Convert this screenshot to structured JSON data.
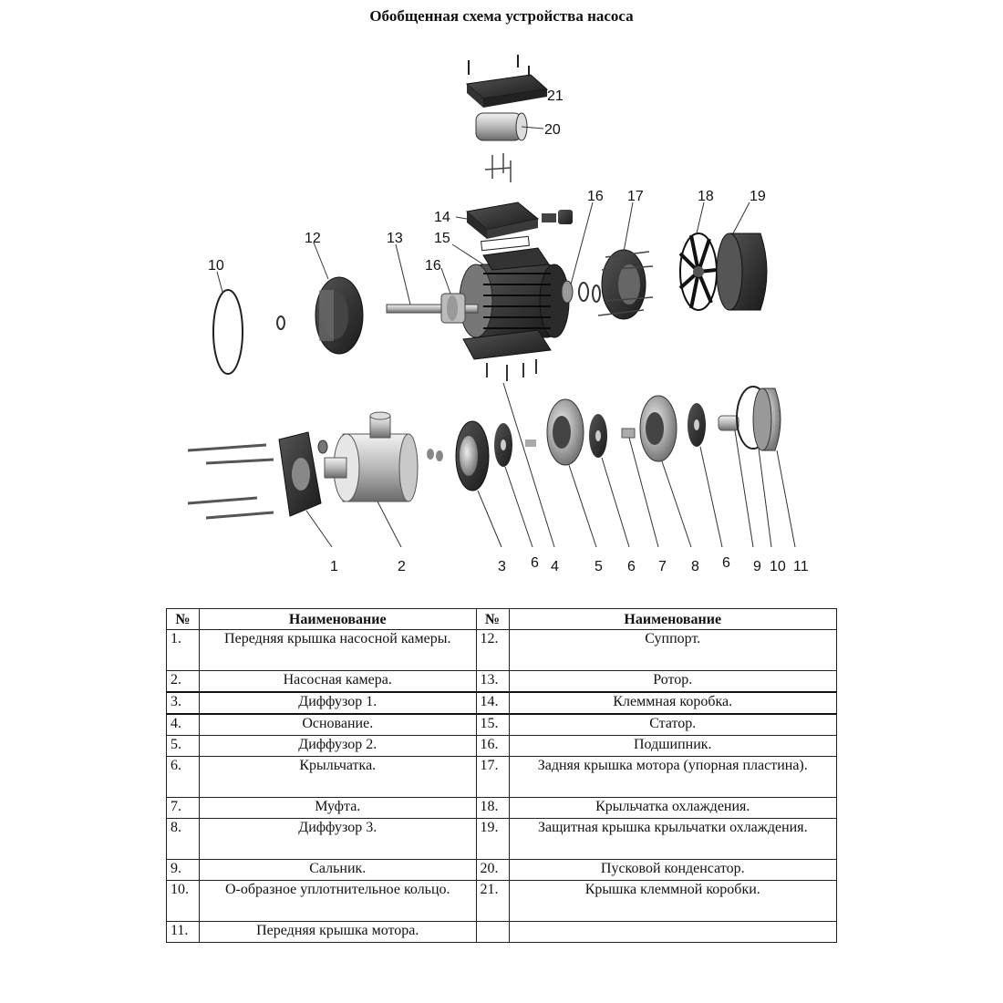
{
  "title": "Обобщенная схема устройства насоса",
  "callouts": [
    "21",
    "20",
    "16",
    "17",
    "18",
    "19",
    "14",
    "15",
    "13",
    "12",
    "10",
    "16",
    "1",
    "2",
    "3",
    "6",
    "4",
    "5",
    "6",
    "7",
    "8",
    "6",
    "9",
    "10",
    "11"
  ],
  "table": {
    "headers": {
      "num": "№",
      "name": "Наименование"
    },
    "rows": [
      {
        "n1": "1.",
        "t1": "Передняя крышка насосной камеры.",
        "n2": "12.",
        "t2": "Суппорт."
      },
      {
        "n1": "2.",
        "t1": "Насосная камера.",
        "n2": "13.",
        "t2": "Ротор."
      },
      {
        "n1": "3.",
        "t1": "Диффузор 1.",
        "n2": "14.",
        "t2": "Клеммная коробка."
      },
      {
        "n1": "4.",
        "t1": "Основание.",
        "n2": "15.",
        "t2": "Статор."
      },
      {
        "n1": "5.",
        "t1": "Диффузор 2.",
        "n2": "16.",
        "t2": "Подшипник."
      },
      {
        "n1": "6.",
        "t1": "Крыльчатка.",
        "n2": "17.",
        "t2": "Задняя крышка мотора (упорная пластина)."
      },
      {
        "n1": "7.",
        "t1": "Муфта.",
        "n2": "18.",
        "t2": "Крыльчатка охлаждения."
      },
      {
        "n1": "8.",
        "t1": "Диффузор 3.",
        "n2": "19.",
        "t2": "Защитная крышка крыльчатки охлаждения."
      },
      {
        "n1": "9.",
        "t1": "Сальник.",
        "n2": "20.",
        "t2": "Пусковой конденсатор."
      },
      {
        "n1": "10.",
        "t1": "О-образное уплотнительное кольцо.",
        "n2": "21.",
        "t2": "Крышка клеммной коробки."
      },
      {
        "n1": "11.",
        "t1": "Передняя крышка мотора.",
        "n2": "",
        "t2": ""
      }
    ]
  }
}
